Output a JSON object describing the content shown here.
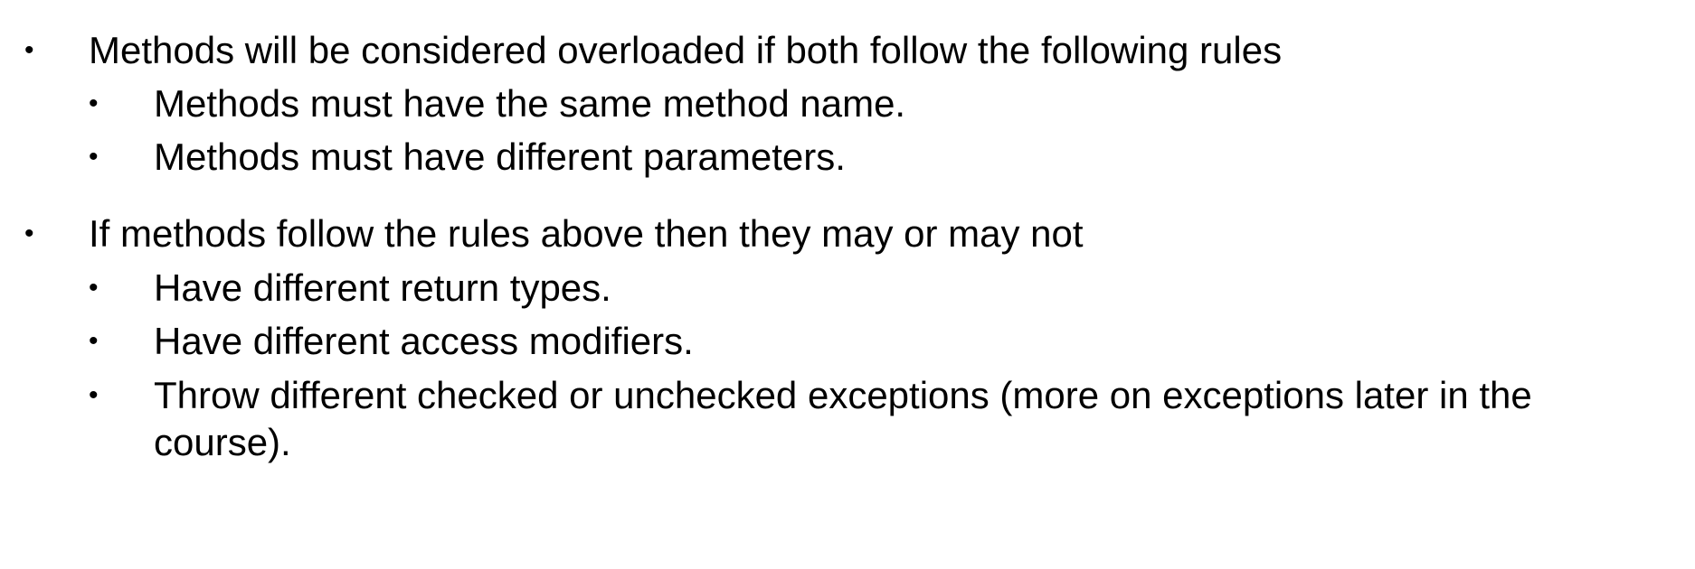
{
  "bullet_symbol": "•",
  "sections": [
    {
      "text": "Methods will be considered overloaded if both follow the following rules",
      "sub_items": [
        "Methods must have the same method name.",
        "Methods must have different parameters."
      ]
    },
    {
      "text": "If methods follow the rules above then they may or may not",
      "sub_items": [
        "Have different return types.",
        "Have different access modifiers.",
        "Throw different checked or unchecked exceptions (more on exceptions later in the course)."
      ]
    }
  ]
}
